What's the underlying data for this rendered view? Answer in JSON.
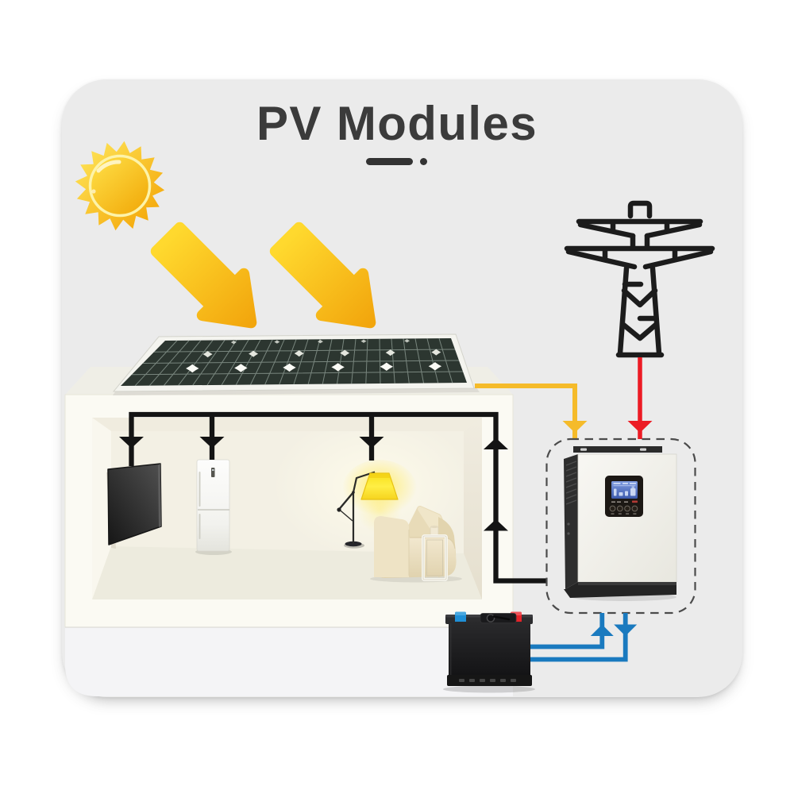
{
  "title": {
    "text": "PV Modules"
  },
  "colors": {
    "page_bg": "#ffffff",
    "card_bg": "#ebebeb",
    "title_color": "#3b3b3b",
    "sun_yellow": "#ffd42e",
    "sun_orange": "#f5a800",
    "sunray_light": "#ffe14a",
    "arrow_yellow_light": "#ffdf3d",
    "arrow_yellow_dark": "#f2a60d",
    "panel_cell": "#2d3833",
    "panel_grid_line": "#b7c2ba",
    "panel_frame": "#f4f4ef",
    "house_white": "#fbfaf3",
    "room_wall": "#f2eee1",
    "room_floor": "#eceadd",
    "wire_black": "#141414",
    "wire_yellow": "#f5bb2a",
    "wire_red": "#ec1b24",
    "wire_blue": "#1a7abf",
    "dashed_border": "#4b4b4b",
    "inverter_body": "#f5f4ef",
    "inverter_dark": "#2b2b2b",
    "lcd_blue": "#5b7fd0",
    "battery_black": "#1c1c1e",
    "terminal_blue": "#1f8fd6",
    "terminal_red": "#e62329",
    "lamp_yellow": "#ffe93c",
    "sofa_cream": "#ecdfc0",
    "tower_black": "#1c1c1c"
  },
  "diagram": {
    "nodes": [
      {
        "id": "sun"
      },
      {
        "id": "pv-panel"
      },
      {
        "id": "house"
      },
      {
        "id": "tv"
      },
      {
        "id": "refrigerator"
      },
      {
        "id": "floor-lamp"
      },
      {
        "id": "sofa"
      },
      {
        "id": "grid-tower"
      },
      {
        "id": "inverter"
      },
      {
        "id": "battery"
      }
    ],
    "flows": [
      {
        "from": "sun",
        "to": "pv-panel",
        "style": "yellow-arrows"
      },
      {
        "from": "pv-panel",
        "to": "inverter",
        "wire": "yellow"
      },
      {
        "from": "grid-tower",
        "to": "inverter",
        "wire": "red"
      },
      {
        "from": "battery",
        "to": "inverter",
        "wire": "blue"
      },
      {
        "from": "inverter",
        "to": "battery",
        "wire": "blue"
      },
      {
        "from": "inverter",
        "to": "house-appliances",
        "wire": "black"
      }
    ]
  }
}
